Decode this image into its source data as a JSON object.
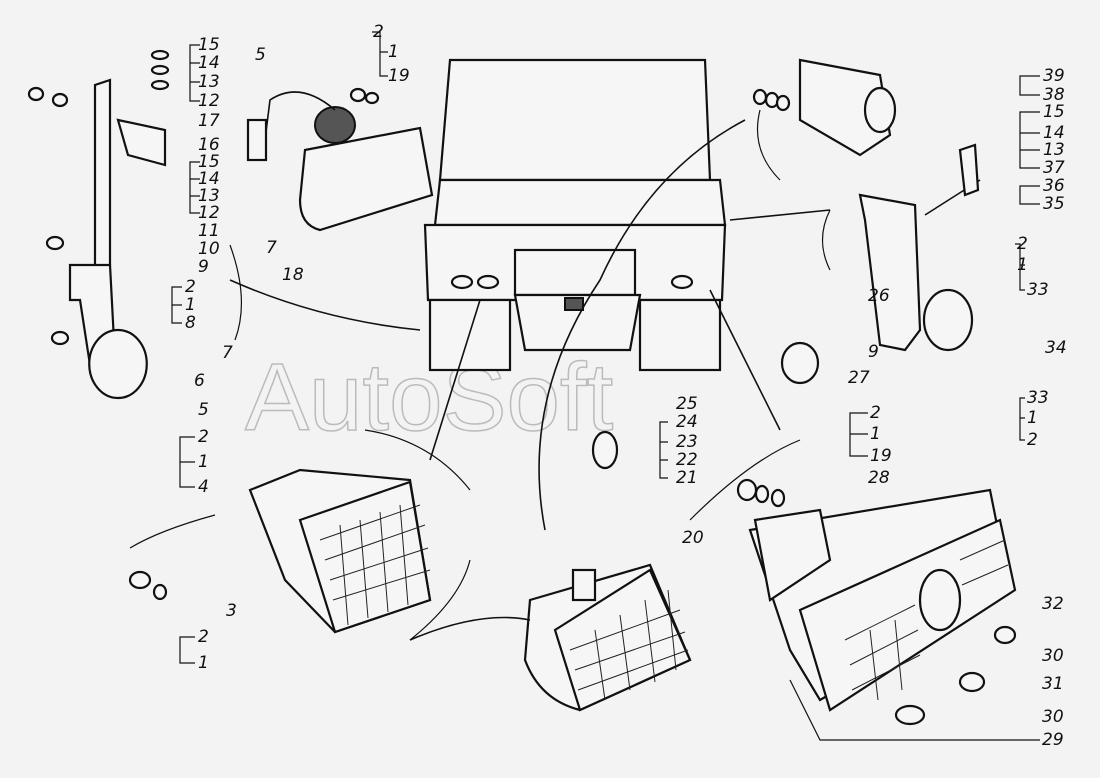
{
  "watermark": "AutoSoft",
  "callouts": [
    "15",
    "14",
    "13",
    "12",
    "17",
    "16",
    "15",
    "14",
    "13",
    "12",
    "11",
    "10",
    "9",
    "2",
    "1",
    "8",
    "6",
    "7",
    "5",
    "2",
    "1",
    "4",
    "3",
    "2",
    "1",
    "5",
    "2",
    "1",
    "19",
    "7",
    "18",
    "39",
    "38",
    "15",
    "14",
    "13",
    "37",
    "36",
    "35",
    "2",
    "1",
    "33",
    "26",
    "9",
    "34",
    "27",
    "33",
    "1",
    "2",
    "25",
    "24",
    "23",
    "22",
    "21",
    "2",
    "1",
    "19",
    "28",
    "20",
    "32",
    "30",
    "31",
    "30",
    "29"
  ]
}
